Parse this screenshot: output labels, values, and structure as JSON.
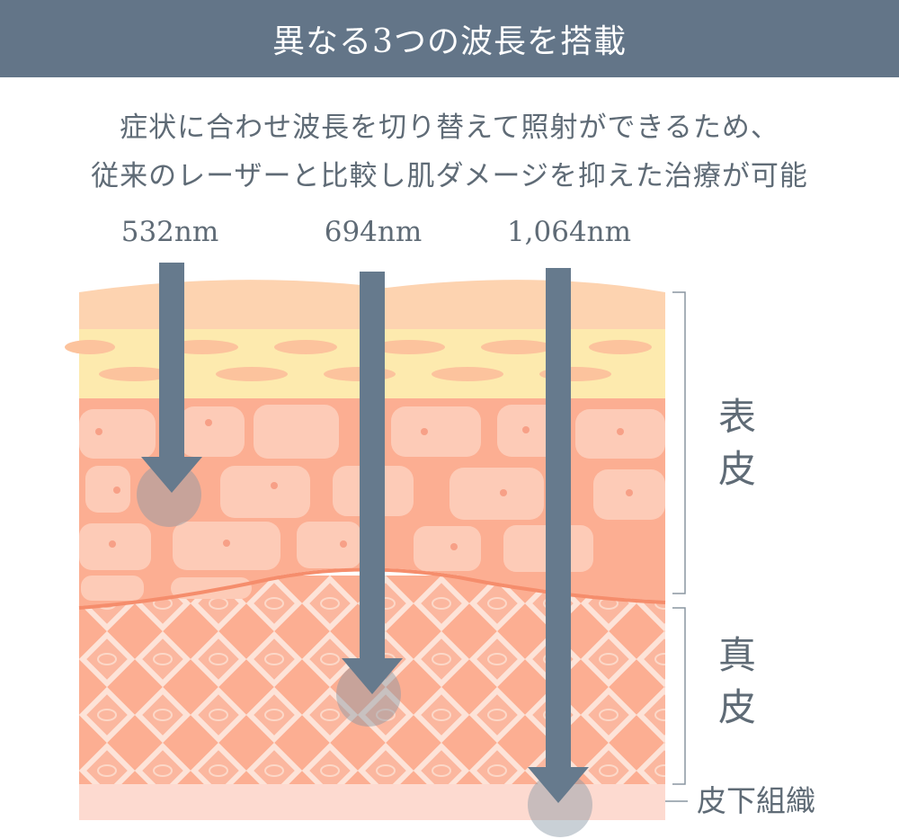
{
  "header": {
    "title": "異なる3つの波長を搭載"
  },
  "subtitle": {
    "line1": "症状に合わせ波長を切り替えて照射ができるため、",
    "line2": "従来のレーザーと比較し肌ダメージを抑えた治療が可能"
  },
  "wavelengths": [
    {
      "label": "532nm",
      "penetrates": "epidermis"
    },
    {
      "label": "694nm",
      "penetrates": "dermis"
    },
    {
      "label": "1,064nm",
      "penetrates": "subcutaneous-tissue"
    }
  ],
  "layers": {
    "epidermis_char1": "表",
    "epidermis_char2": "皮",
    "dermis_char1": "真",
    "dermis_char2": "皮",
    "subcutaneous": "皮下組織"
  },
  "colors": {
    "banner": "#637588",
    "arrow": "#667a8d",
    "text": "#5f6b76",
    "skin_top": "#fdd3b0",
    "skin_yellow": "#fdeaae",
    "epidermis": "#fcae92",
    "cell": "#fdcbb7",
    "dermis": "#fcae92",
    "subcutaneous": "#fddad0"
  }
}
